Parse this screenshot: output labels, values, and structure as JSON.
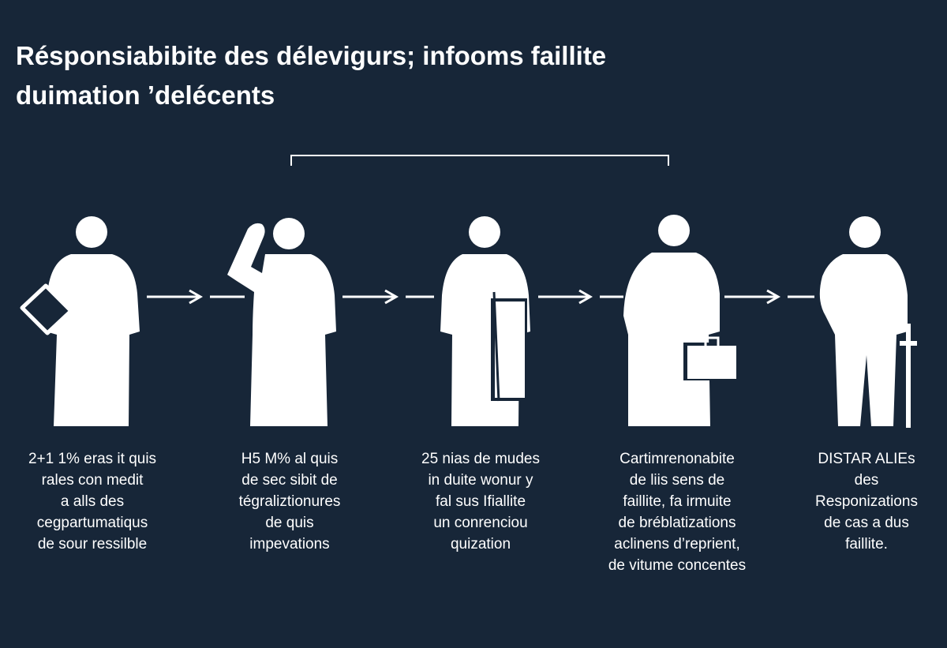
{
  "title": {
    "lines": [
      "Résponsiabibite des délevigurs; infooms faillite",
      "duimation ’delécents"
    ]
  },
  "steps": [
    {
      "figure_icon": "person-with-document-icon",
      "caption_lines": [
        "2+1 1% eras it quis",
        "rales con medit",
        "a alls des",
        "cegpartumatiqus",
        "de sour ressilble"
      ]
    },
    {
      "figure_icon": "person-raising-hand-icon",
      "caption_lines": [
        "H5 M% al quis",
        "de sec sibit de",
        "tégraliztionures",
        "de quis",
        "impevations"
      ]
    },
    {
      "figure_icon": "person-holding-folder-icon",
      "caption_lines": [
        "25 nias de mudes",
        "in duite wonur y",
        "fal sus Ifiallite",
        "un conrenciou",
        "quization"
      ]
    },
    {
      "figure_icon": "person-with-briefcase-icon",
      "caption_lines": [
        "Cartimrenonabite",
        "de liis sens de",
        "faillite, fa irmuite",
        "de bréblatizations",
        "aclinens d’reprient,",
        "de vitume concentes"
      ]
    },
    {
      "figure_icon": "person-with-cane-icon",
      "caption_lines": [
        "DISTAR ALIEs",
        "des",
        "Responizations",
        "de cas a dus",
        "faillite."
      ]
    }
  ],
  "colors": {
    "background": "#172638",
    "foreground": "#ffffff"
  }
}
